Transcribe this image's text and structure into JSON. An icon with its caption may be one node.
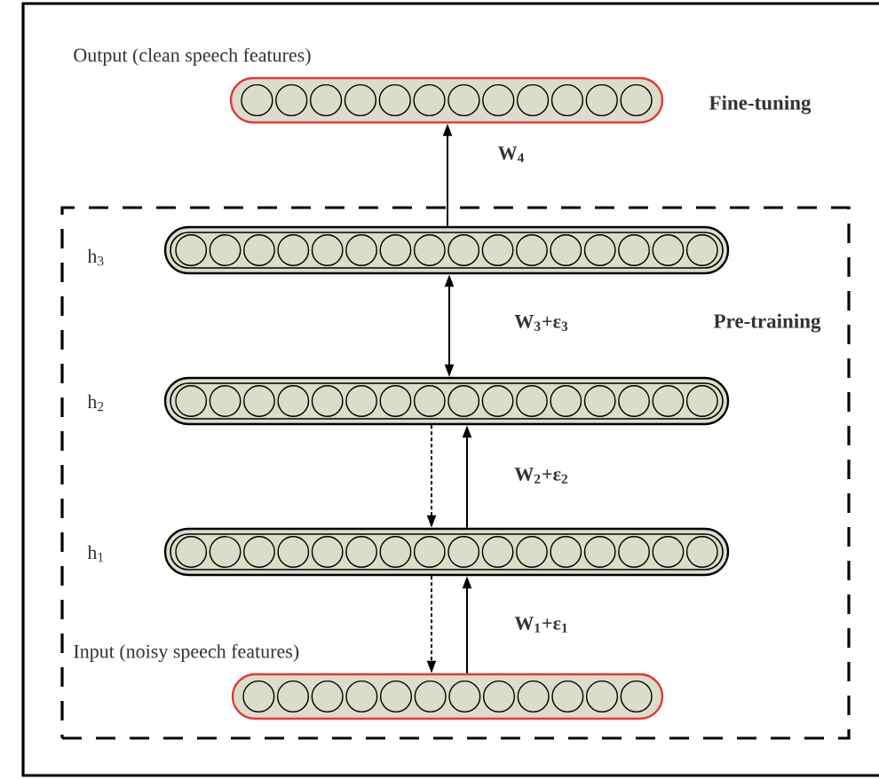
{
  "diagram": {
    "nodes": [
      {
        "text": [
          "Output (clean speech features)"
        ]
      },
      {
        "text": [
          "Pre-training"
        ]
      },
      {
        "text": [
          "h$_{3}$"
        ],
        "in": 1
      },
      {
        "text": [
          "h$_{2}$"
        ],
        "in": 1
      },
      {
        "text": [
          "h$_{1}$"
        ],
        "in": 1
      },
      {
        "text": [
          "Input (noisy speech features)"
        ],
        "in": 1
      }
    ],
    "edges": [
      {
        "from": 2,
        "to": 0,
        "arrow": "to",
        "label": "W$_{4}$"
      },
      {
        "from": 2,
        "to": 3,
        "arrow": "both",
        "label": "W$_{3}$+ε$_{3}$"
      },
      {
        "from": 3,
        "to": 4,
        "arrow": "to",
        "style": "dashed"
      },
      {
        "from": 4,
        "to": 3,
        "arrow": "to",
        "label": "W$_{2}$+ε$_{2}$"
      },
      {
        "from": 4,
        "to": 5,
        "arrow": "to",
        "style": "dashed"
      },
      {
        "from": 5,
        "to": 4,
        "arrow": "to",
        "label": "W$_{1}$+ε$_{1}$"
      }
    ],
    "labels": [
      "Fine-tuning"
    ]
  }
}
